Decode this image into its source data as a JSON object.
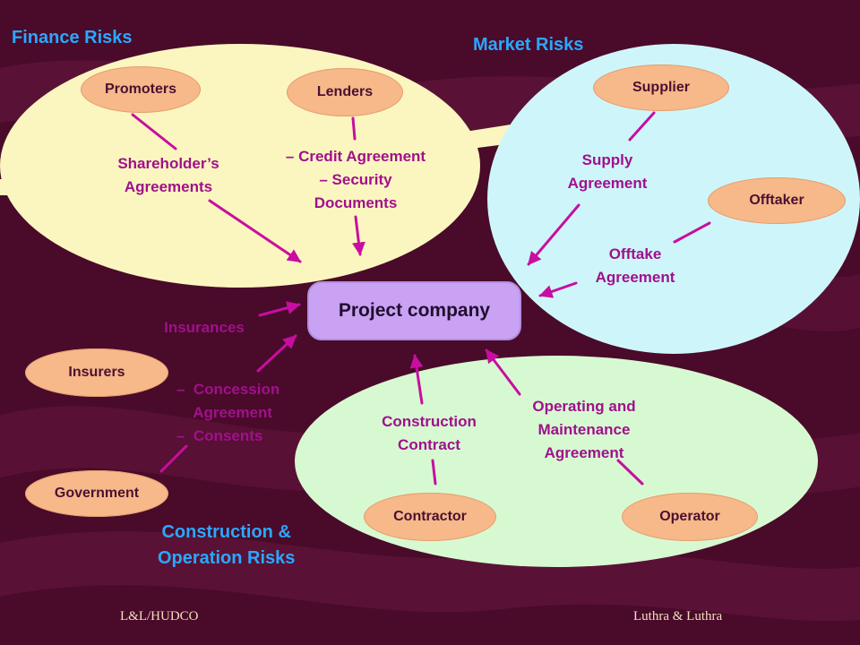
{
  "colors": {
    "background": "#4a0a2a",
    "finance_ellipse": "#fbf6bf",
    "market_ellipse": "#cef6fa",
    "construction_ellipse": "#d7f9d2",
    "node_fill": "#f7b88a",
    "project_fill": "#c9a2f4",
    "arrow": "#c80ea0",
    "title_text": "#2aa8ff",
    "label_text": "#a0108c",
    "footer_text": "#f1e0c0"
  },
  "titles": {
    "finance": "Finance Risks",
    "market": "Market Risks",
    "construction": "Construction &\nOperation Risks"
  },
  "project": "Project company",
  "nodes": {
    "promoters": "Promoters",
    "lenders": "Lenders",
    "supplier": "Supplier",
    "offtaker": "Offtaker",
    "insurers": "Insurers",
    "government": "Government",
    "contractor": "Contractor",
    "operator": "Operator"
  },
  "labels": {
    "shareholders": "Shareholder’s\nAgreements",
    "credit": "– Credit Agreement\n– Security\nDocuments",
    "supply": "Supply\nAgreement",
    "offtake": "Offtake\nAgreement",
    "insurances": "Insurances",
    "concession": "–  Concession\n    Agreement\n–  Consents",
    "construction_contract": "Construction\nContract",
    "om": "Operating and\nMaintenance\nAgreement"
  },
  "footer": {
    "left": "L&L/HUDCO",
    "right": "Luthra & Luthra"
  }
}
